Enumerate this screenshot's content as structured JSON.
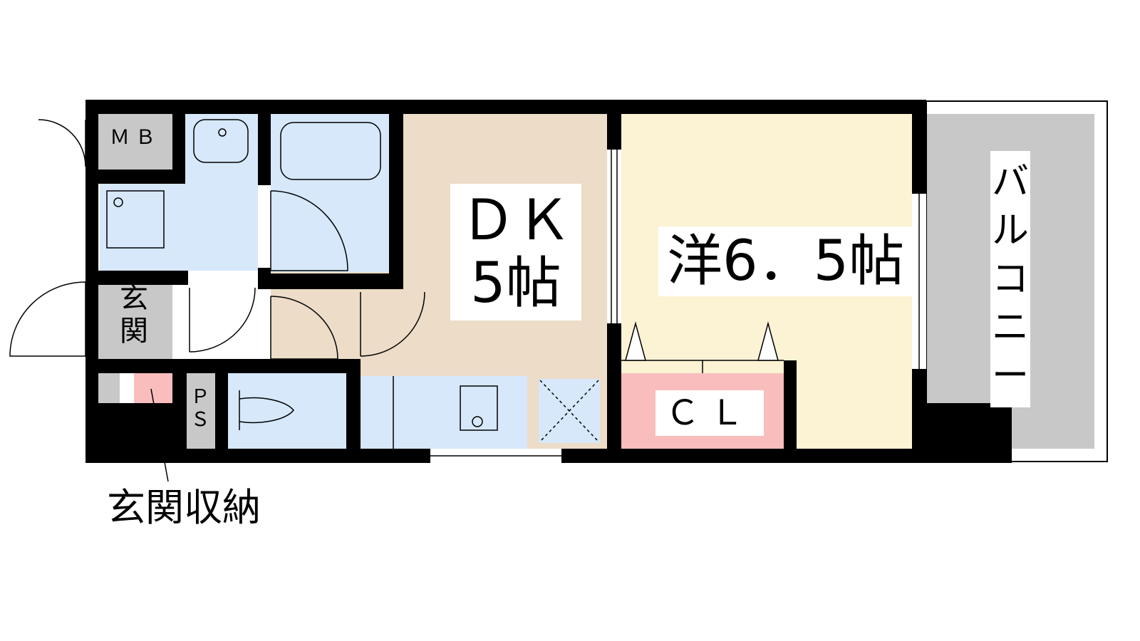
{
  "floorplan": {
    "labels": {
      "meter_box": "ＭＢ",
      "entrance": "玄関",
      "pipe_space": "ＰＳ",
      "dining_kitchen": "ＤＫ",
      "dining_kitchen_size": "5帖",
      "western_room": "洋6．5帖",
      "closet": "ＣＬ",
      "balcony": "バルコニー",
      "entrance_storage": "玄関収納"
    },
    "colors": {
      "wall": "#000000",
      "wet_area": "#d6e8fa",
      "dk_floor": "#ecdcc8",
      "western_floor": "#fcf2d4",
      "closet": "#f9bdbd",
      "storage": "#f9bdbd",
      "balcony": "#c8c8c8",
      "utility": "#c8c8c8"
    }
  }
}
